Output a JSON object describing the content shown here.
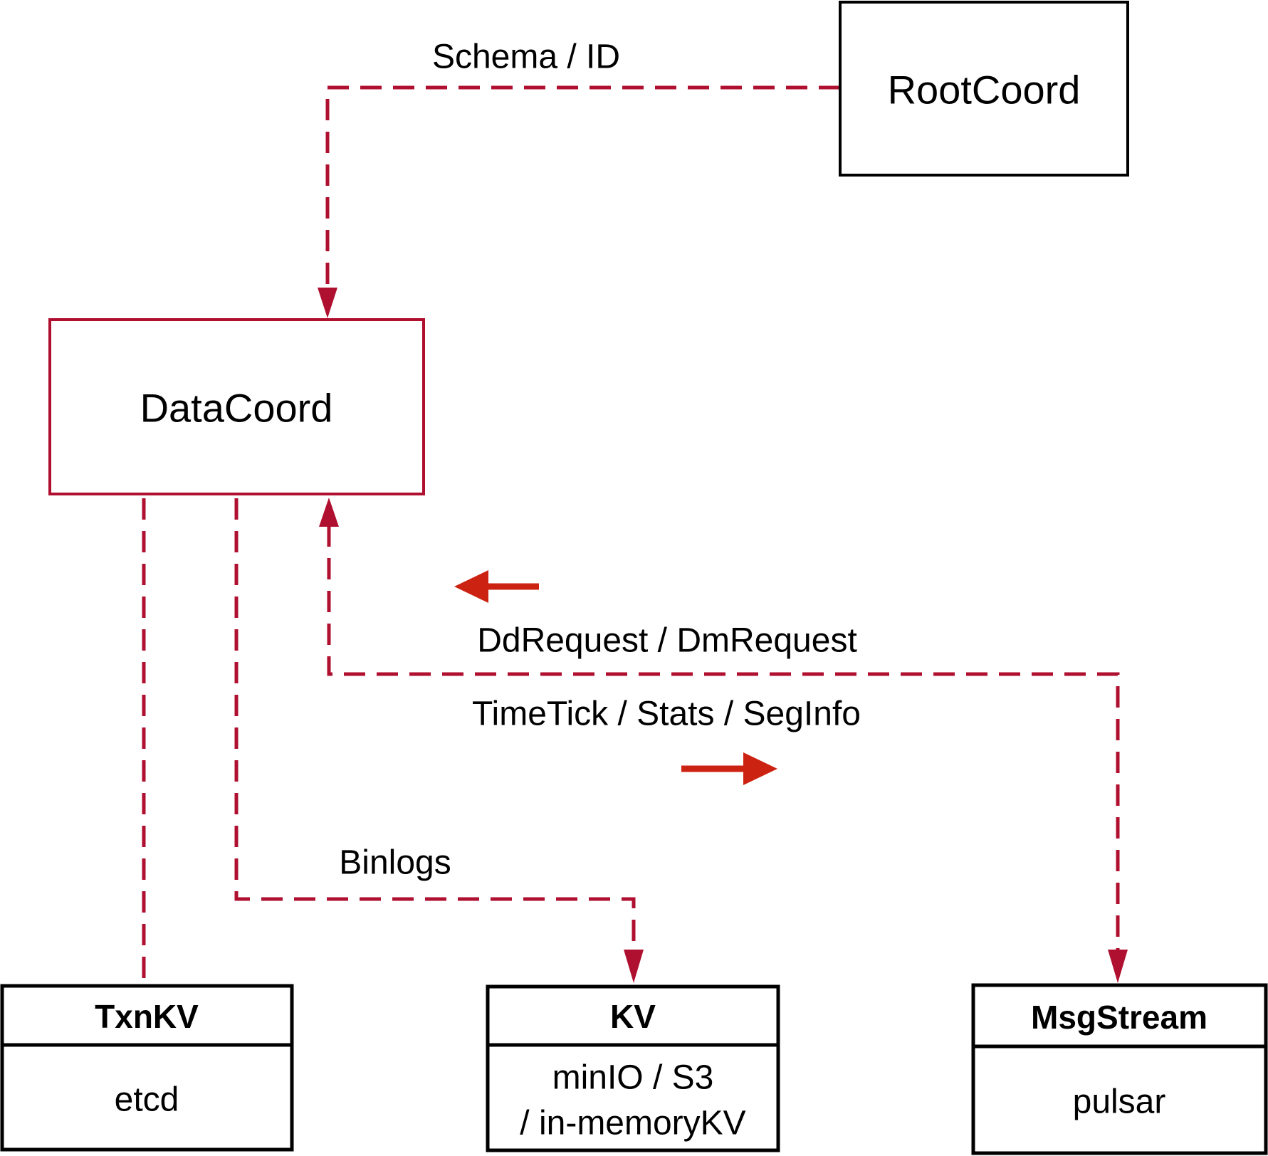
{
  "diagram": {
    "nodes": {
      "rootcoord": {
        "label": "RootCoord"
      },
      "datacoord": {
        "label": "DataCoord"
      },
      "txnkv": {
        "title": "TxnKV",
        "body": "etcd"
      },
      "kv": {
        "title": "KV",
        "body_line1": "minIO / S3",
        "body_line2": "/ in-memoryKV"
      },
      "msgstream": {
        "title": "MsgStream",
        "body": "pulsar"
      }
    },
    "edge_labels": {
      "schema_id": "Schema / ID",
      "dd_dm_request": "DdRequest / DmRequest",
      "timetick_stats_seginfo": "TimeTick / Stats / SegInfo",
      "binlogs": "Binlogs"
    },
    "icons": {
      "flow_left": "solid-left-arrow",
      "flow_right": "solid-right-arrow",
      "dashed_arrowheads": "triangle-arrowhead"
    },
    "colors": {
      "crimson": "#b01030",
      "solid_arrow_red": "#cc2211",
      "box_border": "#000000",
      "text": "#000000",
      "background": "#ffffff"
    }
  }
}
